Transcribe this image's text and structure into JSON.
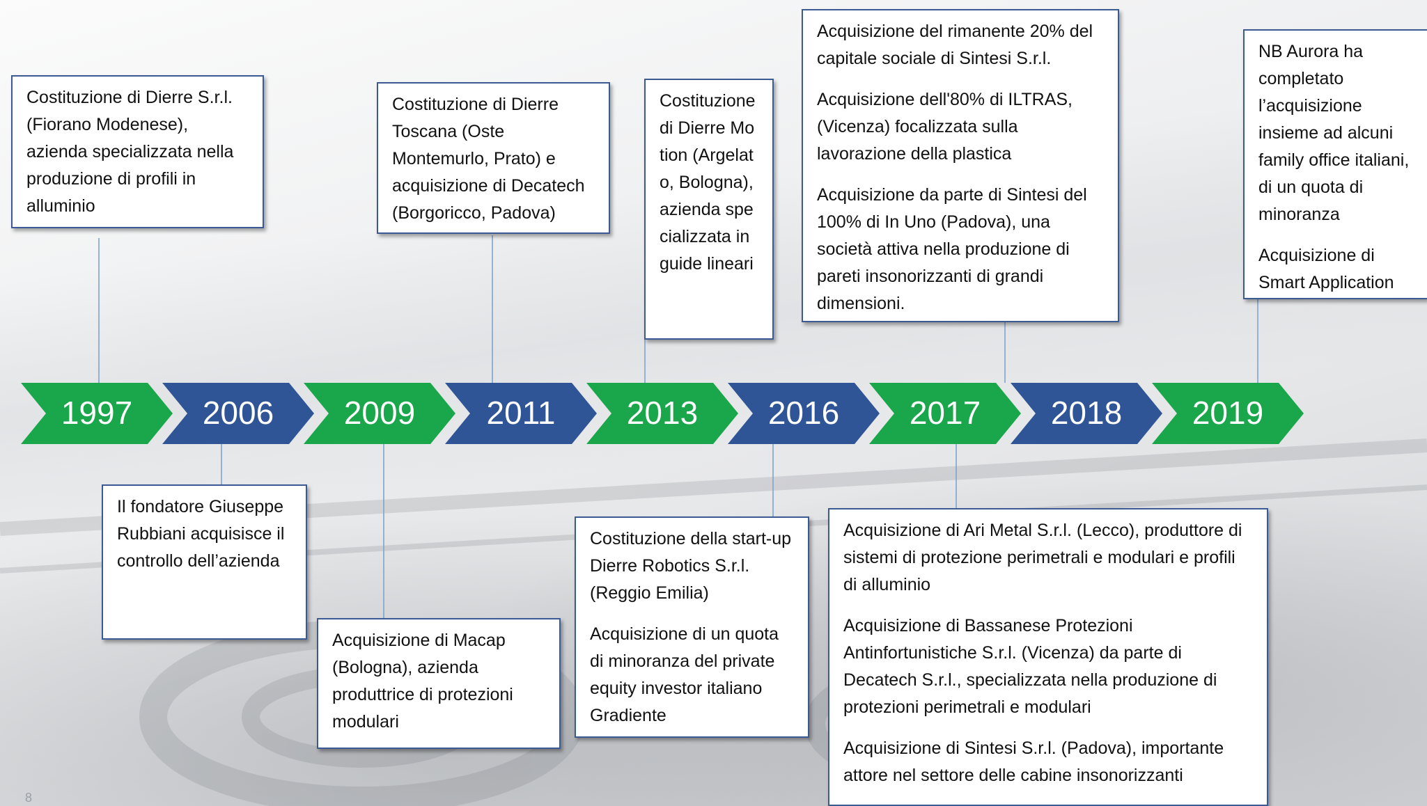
{
  "timeline": {
    "years": [
      {
        "label": "1997",
        "color": "#1aa64a"
      },
      {
        "label": "2006",
        "color": "#2f5597"
      },
      {
        "label": "2009",
        "color": "#1aa64a"
      },
      {
        "label": "2011",
        "color": "#2f5597"
      },
      {
        "label": "2013",
        "color": "#1aa64a"
      },
      {
        "label": "2016",
        "color": "#2f5597"
      },
      {
        "label": "2017",
        "color": "#1aa64a"
      },
      {
        "label": "2018",
        "color": "#2f5597"
      },
      {
        "label": "2019",
        "color": "#1aa64a"
      }
    ]
  },
  "events": {
    "y1997": {
      "items": [
        "Costituzione di Dierre S.r.l. (Fiorano Modenese), azienda specializzata nella produzione di profili in alluminio"
      ]
    },
    "y2006": {
      "items": [
        "Il fondatore Giuseppe Rubbiani acquisisce il controllo dell’azienda"
      ]
    },
    "y2009": {
      "items": [
        "Acquisizione di Macap (Bologna), azienda produttrice di protezioni modulari"
      ]
    },
    "y2011": {
      "items": [
        "Costituzione di Dierre Toscana (Oste Montemurlo, Prato) e acquisizione di Decatech (Borgoricco, Padova)"
      ]
    },
    "y2013": {
      "items": [
        "Costituzione di Dierre Motion (Argelato, Bologna), azienda specializzata in guide lineari"
      ]
    },
    "y2016": {
      "items": [
        "Costituzione della start-up Dierre Robotics S.r.l. (Reggio Emilia)",
        "Acquisizione di un quota di minoranza del private equity investor italiano Gradiente"
      ]
    },
    "y2017": {
      "items": [
        "Acquisizione di Ari Metal S.r.l. (Lecco), produttore di sistemi di protezione perimetrali e modulari e profili di alluminio",
        "Acquisizione di Bassanese Protezioni Antinfortunistiche S.r.l. (Vicenza) da parte di Decatech S.r.l., specializzata nella produzione di protezioni perimetrali e modulari",
        "Acquisizione di Sintesi S.r.l. (Padova), importante attore nel settore delle cabine insonorizzanti"
      ]
    },
    "y2018": {
      "items": [
        "Acquisizione del rimanente 20% del capitale sociale di Sintesi S.r.l.",
        "Acquisizione dell'80% di ILTRAS, (Vicenza) focalizzata sulla lavorazione della plastica",
        "Acquisizione da parte di Sintesi del 100% di In Uno (Padova), una società attiva nella produzione di pareti insonorizzanti di grandi dimensioni."
      ]
    },
    "y2019": {
      "items": [
        "NB Aurora ha completato l’acquisizione insieme ad alcuni family office italiani, di un quota di minoranza",
        "Acquisizione di Smart Application"
      ]
    }
  },
  "page": {
    "number": "8"
  },
  "colors": {
    "green": "#1aa64a",
    "blue": "#2f5597",
    "box_border": "#3b5a93",
    "connector": "#7da4cf"
  }
}
